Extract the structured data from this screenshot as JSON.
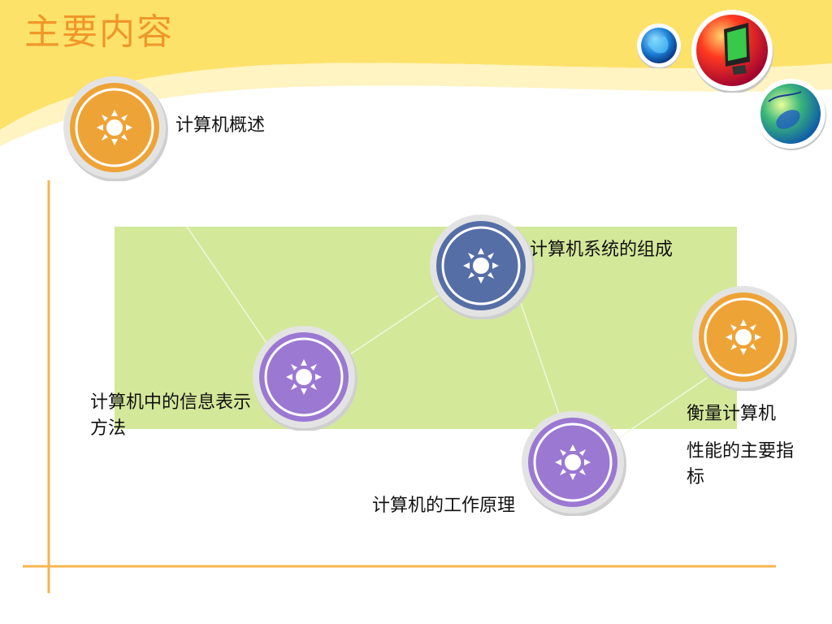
{
  "title": "主要内容",
  "colors": {
    "title": "#f0972a",
    "header_band": "#fde26a",
    "green_panel": "#d4e89a",
    "accent_line": "#f7b54d",
    "orange_node": "#eea337",
    "blue_node": "#566ea6",
    "purple_node": "#9b78d2"
  },
  "items": [
    {
      "label": "计算机概述",
      "color": "orange",
      "icon": "sun-icon"
    },
    {
      "label": "计算机系统的组成",
      "color": "blue",
      "icon": "sun-icon"
    },
    {
      "label": "计算机中的信息表示方法",
      "color": "purple",
      "icon": "sun-icon"
    },
    {
      "label": "计算机的工作原理",
      "color": "purple",
      "icon": "sun-icon"
    },
    {
      "label_line1": "衡量计算机",
      "label_line2": "性能的主要指标",
      "color": "orange",
      "icon": "sun-icon"
    }
  ],
  "decor_icons": [
    "globe-icon",
    "monitor-icon",
    "mouse-icon"
  ]
}
